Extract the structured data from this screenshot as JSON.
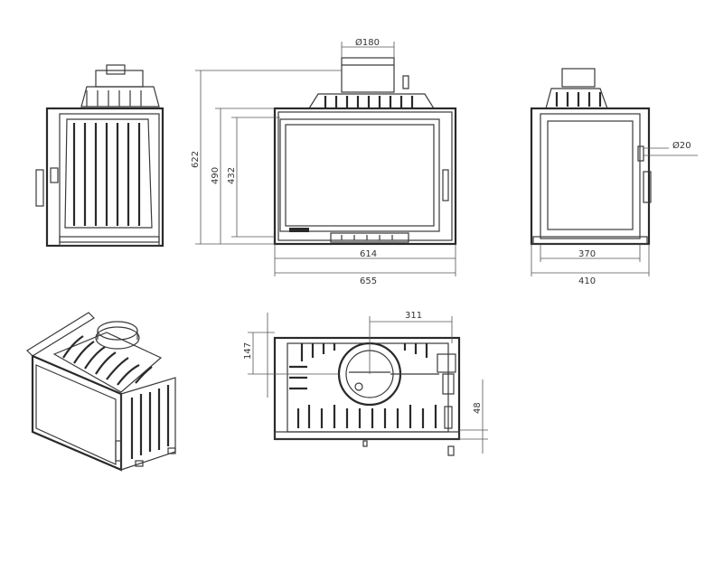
{
  "dimensions": {
    "flue_diameter": "Ø180",
    "overall_height": "622",
    "door_height": "490",
    "glass_height": "432",
    "front_width_inner": "614",
    "front_width_outer": "655",
    "handle_diameter": "Ø20",
    "side_depth_inner": "370",
    "side_depth_outer": "410",
    "top_offset": "311",
    "top_depth": "147",
    "top_small": "48"
  }
}
